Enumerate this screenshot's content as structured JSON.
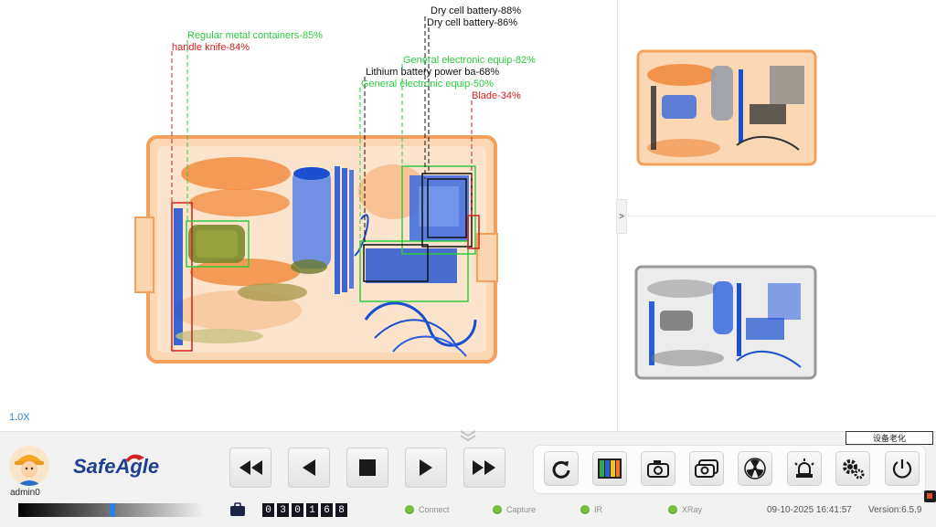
{
  "zoom_level": "1.0X",
  "detections": [
    {
      "label": "Dry cell battery-88%",
      "color": "#111111"
    },
    {
      "label": "Dry cell battery-86%",
      "color": "#111111"
    },
    {
      "label": "Regular metal containers-85%",
      "color": "#2ecc40"
    },
    {
      "label": "handle knife-84%",
      "color": "#d42020"
    },
    {
      "label": "General electronic equip-82%",
      "color": "#2ecc40"
    },
    {
      "label": "Lithium battery power ba-68%",
      "color": "#111111"
    },
    {
      "label": "General electronic equip-50%",
      "color": "#2ecc40"
    },
    {
      "label": "Blade-34%",
      "color": "#d42020"
    }
  ],
  "user": {
    "name": "admin0"
  },
  "brand": {
    "name": "SafeAgle"
  },
  "playback": [
    {
      "icon": "fast-backward-icon"
    },
    {
      "icon": "step-backward-icon"
    },
    {
      "icon": "stop-icon"
    },
    {
      "icon": "play-icon"
    },
    {
      "icon": "fast-forward-icon"
    }
  ],
  "bag_counter": [
    "0",
    "3",
    "0",
    "1",
    "6",
    "8"
  ],
  "functions": [
    {
      "icon": "refresh-icon"
    },
    {
      "icon": "color-mode-icon"
    },
    {
      "icon": "camera-icon"
    },
    {
      "icon": "snapshot-icon"
    },
    {
      "icon": "radiation-icon"
    },
    {
      "icon": "alarm-light-icon"
    },
    {
      "icon": "settings-gear-icon"
    },
    {
      "icon": "power-icon"
    }
  ],
  "aging_button": "设备老化",
  "status": [
    {
      "label": "Connect",
      "state": "on"
    },
    {
      "label": "Capture",
      "state": "on"
    },
    {
      "label": "IR",
      "state": "on"
    },
    {
      "label": "XRay",
      "state": "on"
    }
  ],
  "datetime": "09-10-2025 16:41:57",
  "version": "Version:6.5.9",
  "colors": {
    "accent": "#2e86d1",
    "status_on": "#7ac142",
    "detect_red": "#d42020",
    "detect_green": "#2ecc40",
    "xray_orange": "#f0873a",
    "xray_blue": "#1a4fd0"
  }
}
